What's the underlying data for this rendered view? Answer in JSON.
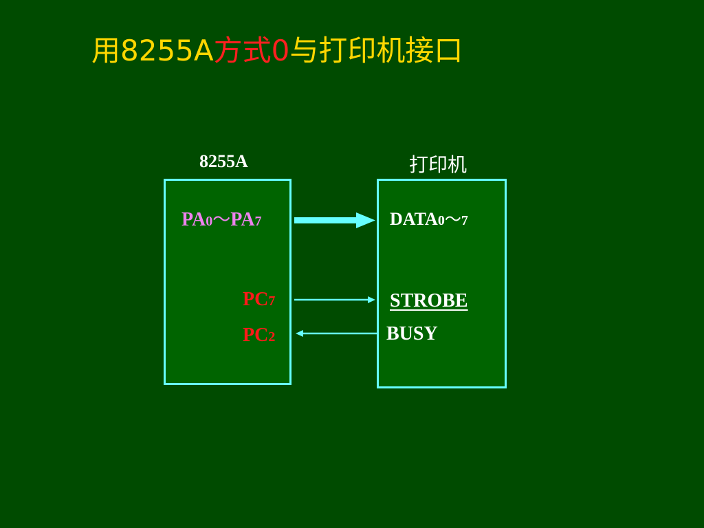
{
  "title": {
    "part1": "用8255A",
    "part2": "方式0",
    "part3": "与打印机接口",
    "color_main": "#ffd700",
    "color_highlight": "#ff2020"
  },
  "diagram": {
    "chip": {
      "label": "8255A",
      "pa_prefix": "PA",
      "pa_start_sub": "0",
      "pa_tilde": "～",
      "pa_end_prefix": "PA",
      "pa_end_sub": "7",
      "pc7_prefix": "PC",
      "pc7_sub": "7",
      "pc2_prefix": "PC",
      "pc2_sub": "2"
    },
    "printer": {
      "label": "打印机",
      "data_prefix": "DATA",
      "data_sub": "0",
      "data_tilde": "～",
      "data_end": "7",
      "strobe": "STROBE",
      "busy": "BUSY"
    },
    "colors": {
      "background": "#004b00",
      "box_fill": "#006400",
      "box_border": "#66ffff",
      "arrow": "#66ffff",
      "pa_text": "#ee82ee",
      "pc_text": "#ff1a1a",
      "label_text": "#ffffff"
    }
  }
}
